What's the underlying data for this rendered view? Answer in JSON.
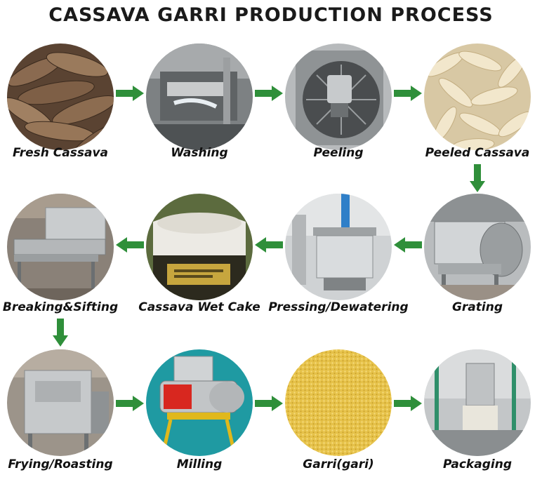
{
  "title": "CASSAVA GARRI PRODUCTION PROCESS",
  "steps": [
    {
      "label": "Fresh Cassava",
      "icon": "cassava-roots-photo"
    },
    {
      "label": "Washing",
      "icon": "washing-machine-photo"
    },
    {
      "label": "Peeling",
      "icon": "peeling-machine-photo"
    },
    {
      "label": "Peeled Cassava",
      "icon": "peeled-cassava-photo"
    },
    {
      "label": "Grating",
      "icon": "grating-machine-photo"
    },
    {
      "label": "Pressing/Dewatering",
      "icon": "press-machine-photo"
    },
    {
      "label": "Cassava Wet Cake",
      "icon": "wet-cake-sack-photo"
    },
    {
      "label": "Breaking&Sifting",
      "icon": "sifting-machine-photo"
    },
    {
      "label": "Frying/Roasting",
      "icon": "fryer-machine-photo"
    },
    {
      "label": "Milling",
      "icon": "milling-machine-photo"
    },
    {
      "label": "Garri(gari)",
      "icon": "garri-grains-photo"
    },
    {
      "label": "Packaging",
      "icon": "packaging-machine-photo"
    }
  ],
  "colors": {
    "arrow": "#2f8f3a",
    "title": "#1a1a1a"
  }
}
